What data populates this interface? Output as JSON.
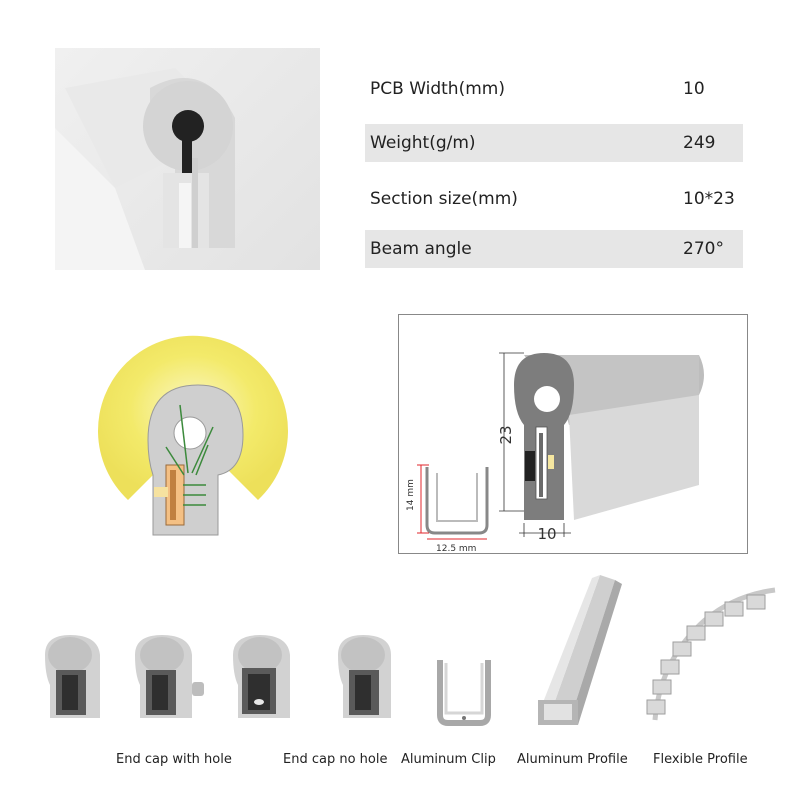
{
  "specs": [
    {
      "label": "PCB Width(mm)",
      "value": "10"
    },
    {
      "label": "Weight(g/m)",
      "value": "249"
    },
    {
      "label": "Section size(mm)",
      "value": "10*23"
    },
    {
      "label": "Beam angle",
      "value": "270°"
    }
  ],
  "dimension_drawing": {
    "height": "23",
    "width": "10",
    "clip_height": "14 mm",
    "clip_width": "12.5 mm"
  },
  "accessories": [
    {
      "label": "End cap with hole"
    },
    {
      "label": "End cap no hole"
    },
    {
      "label": "Aluminum Clip"
    },
    {
      "label": "Aluminum Profile"
    },
    {
      "label": "Flexible Profile"
    }
  ],
  "colors": {
    "silicone": "#d6d6d6",
    "glow": "#f3ea6a",
    "row_shade": "#e6e6e6",
    "dimension_red": "#e0262b"
  }
}
